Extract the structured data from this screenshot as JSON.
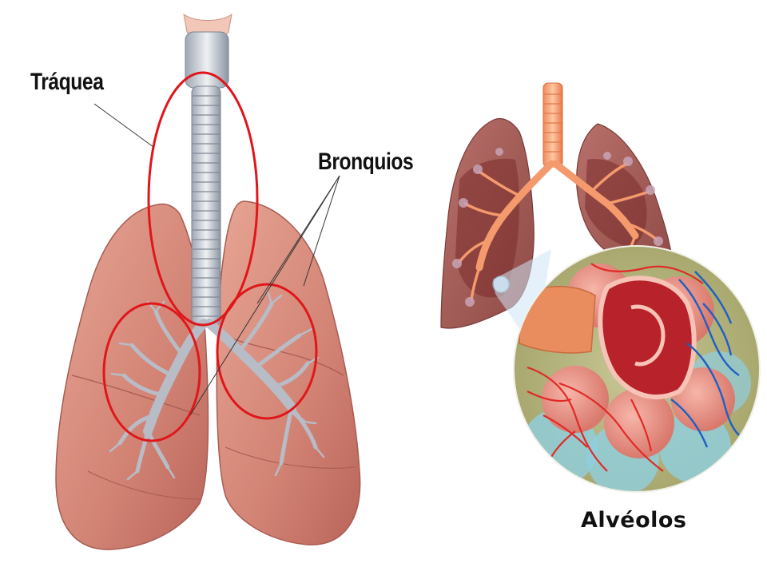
{
  "labels": {
    "trachea": "Tráquea",
    "bronchi": "Bronquios",
    "alveoli": "Alvéolos"
  },
  "colors": {
    "highlight_ellipse": "#e0161b",
    "lung_tissue": "#d98a7c",
    "artery": "#e02a26",
    "vein": "#1f5fc4",
    "background_disc": "#b8b982"
  }
}
